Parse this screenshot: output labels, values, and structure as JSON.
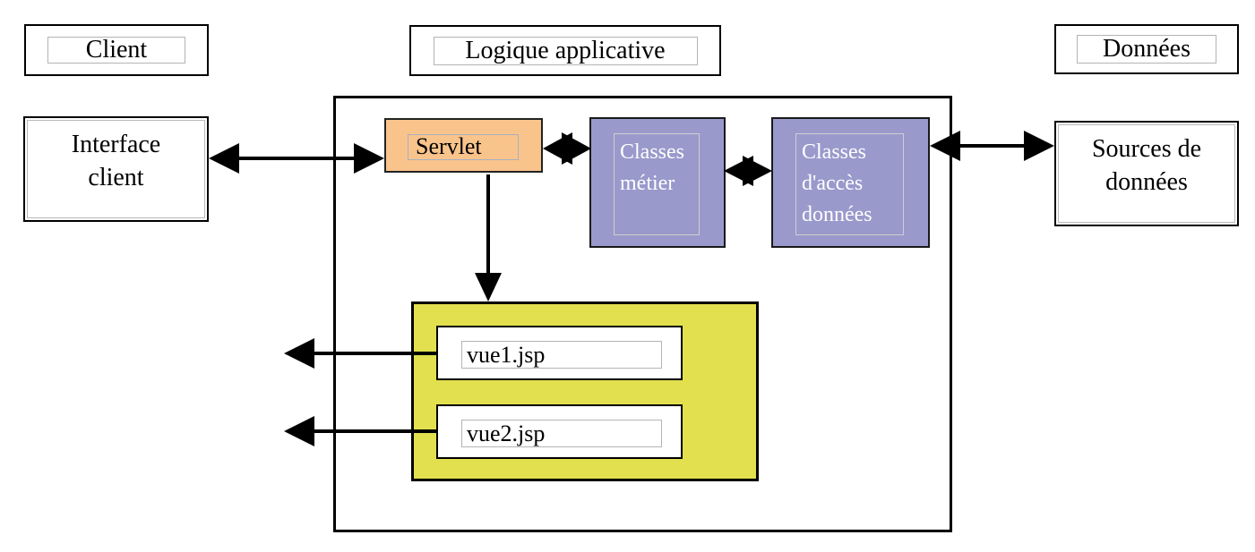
{
  "diagram": {
    "tiers": {
      "client_header": "Client",
      "logic_header": "Logique applicative",
      "data_header": "Données"
    },
    "nodes": {
      "interface_client": "Interface client",
      "servlet": "Servlet",
      "classes_metier": "Classes métier",
      "classes_acces_donnees": "Classes d'accès données",
      "sources_donnees": "Sources de données",
      "vue1": "vue1.jsp",
      "vue2": "vue2.jsp"
    },
    "colors": {
      "servlet_fill": "#f9c48c",
      "classes_fill": "#9999cc",
      "views_fill": "#e2e04e",
      "classes_text": "#ffffff",
      "arrow": "#000000"
    }
  }
}
